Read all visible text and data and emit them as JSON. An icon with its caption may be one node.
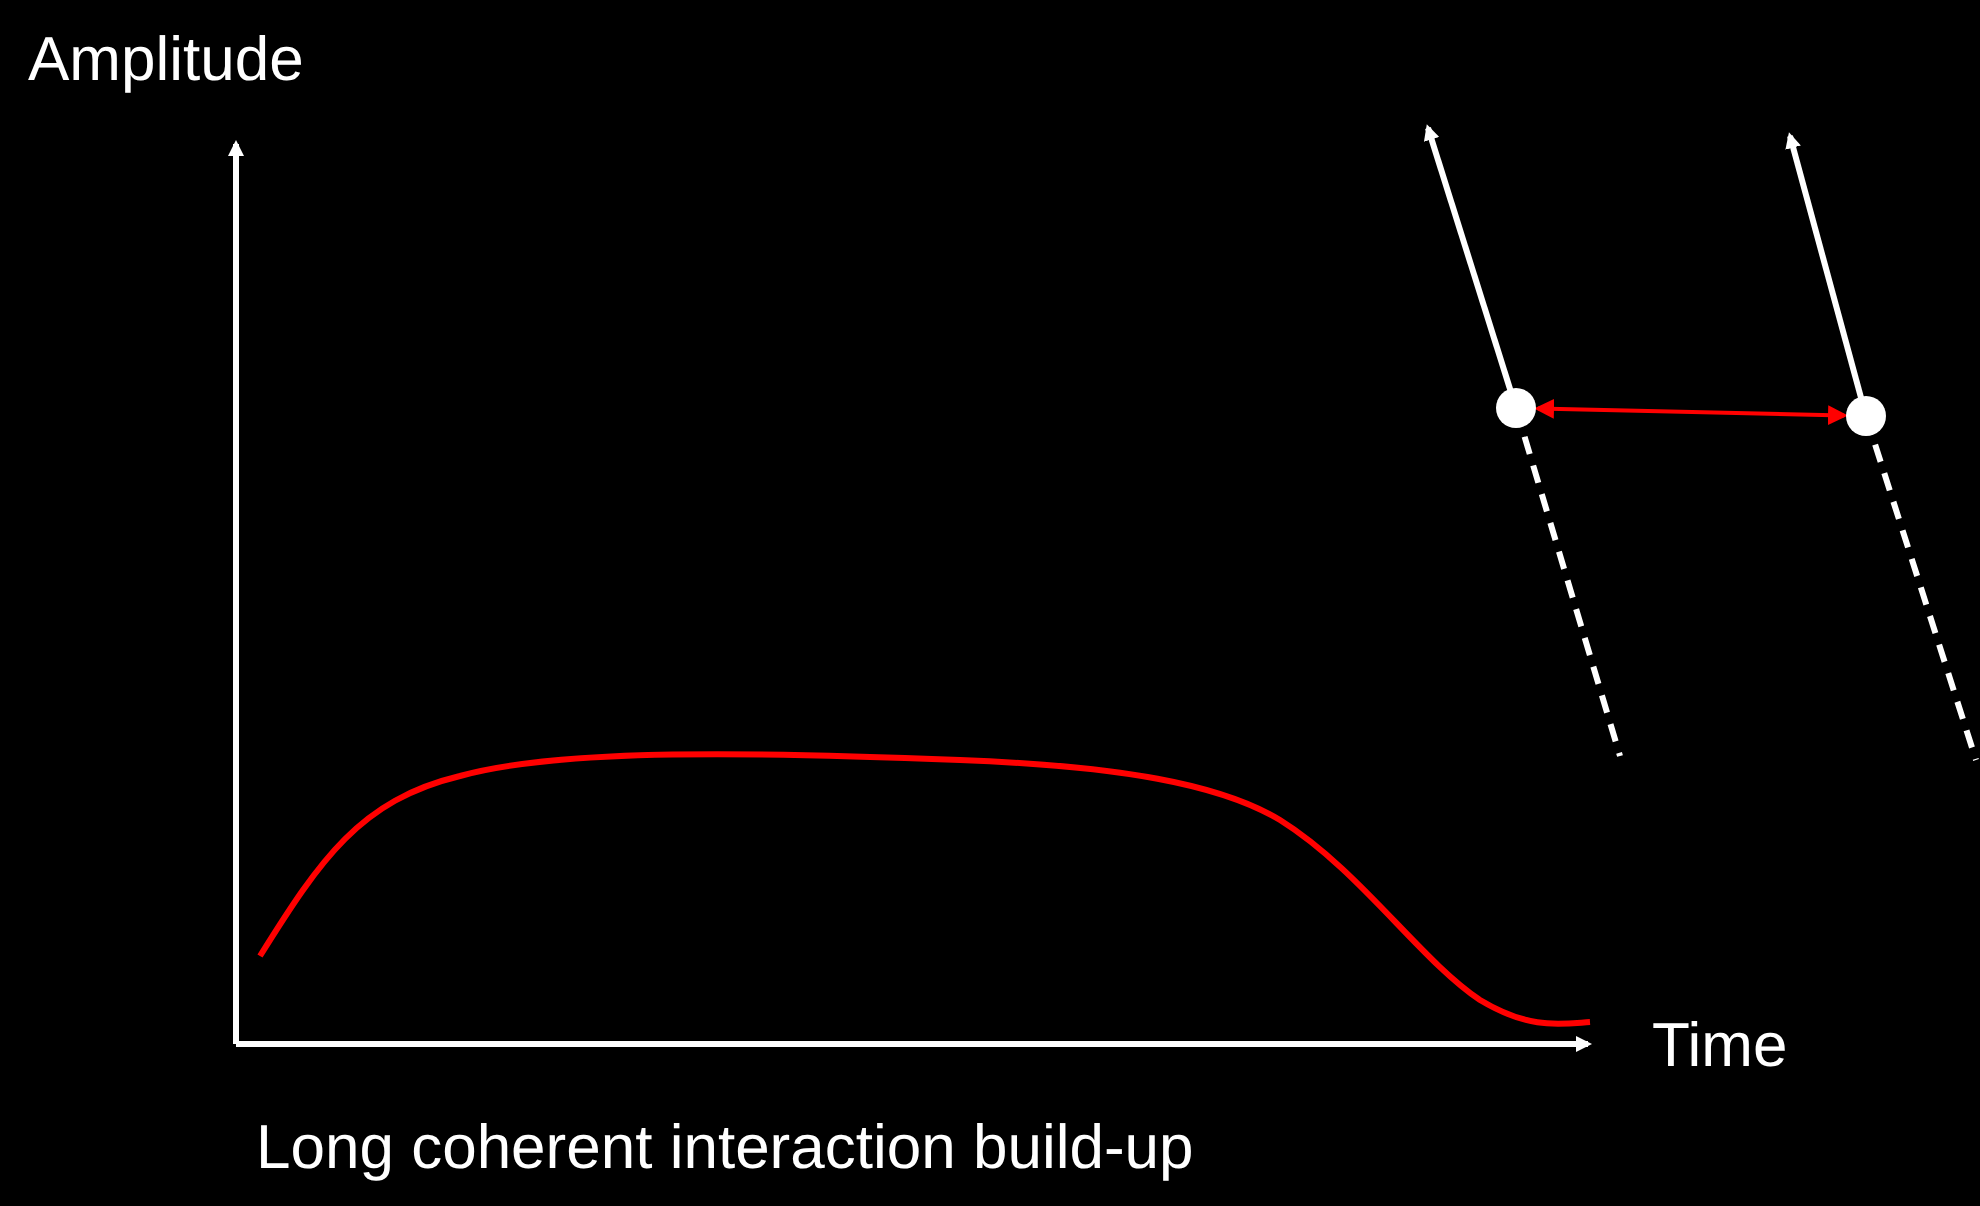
{
  "diagram": {
    "nodes": [
      {
        "text": [],
        "shape": "circle"
      },
      {
        "text": [],
        "shape": "circle"
      }
    ],
    "edges": [
      {
        "from": 0,
        "to": 1,
        "arrow": "both",
        "color": "#ff0000"
      }
    ],
    "labels": [
      "Amplitude",
      "Time",
      "Long coherent interaction build-up"
    ]
  }
}
